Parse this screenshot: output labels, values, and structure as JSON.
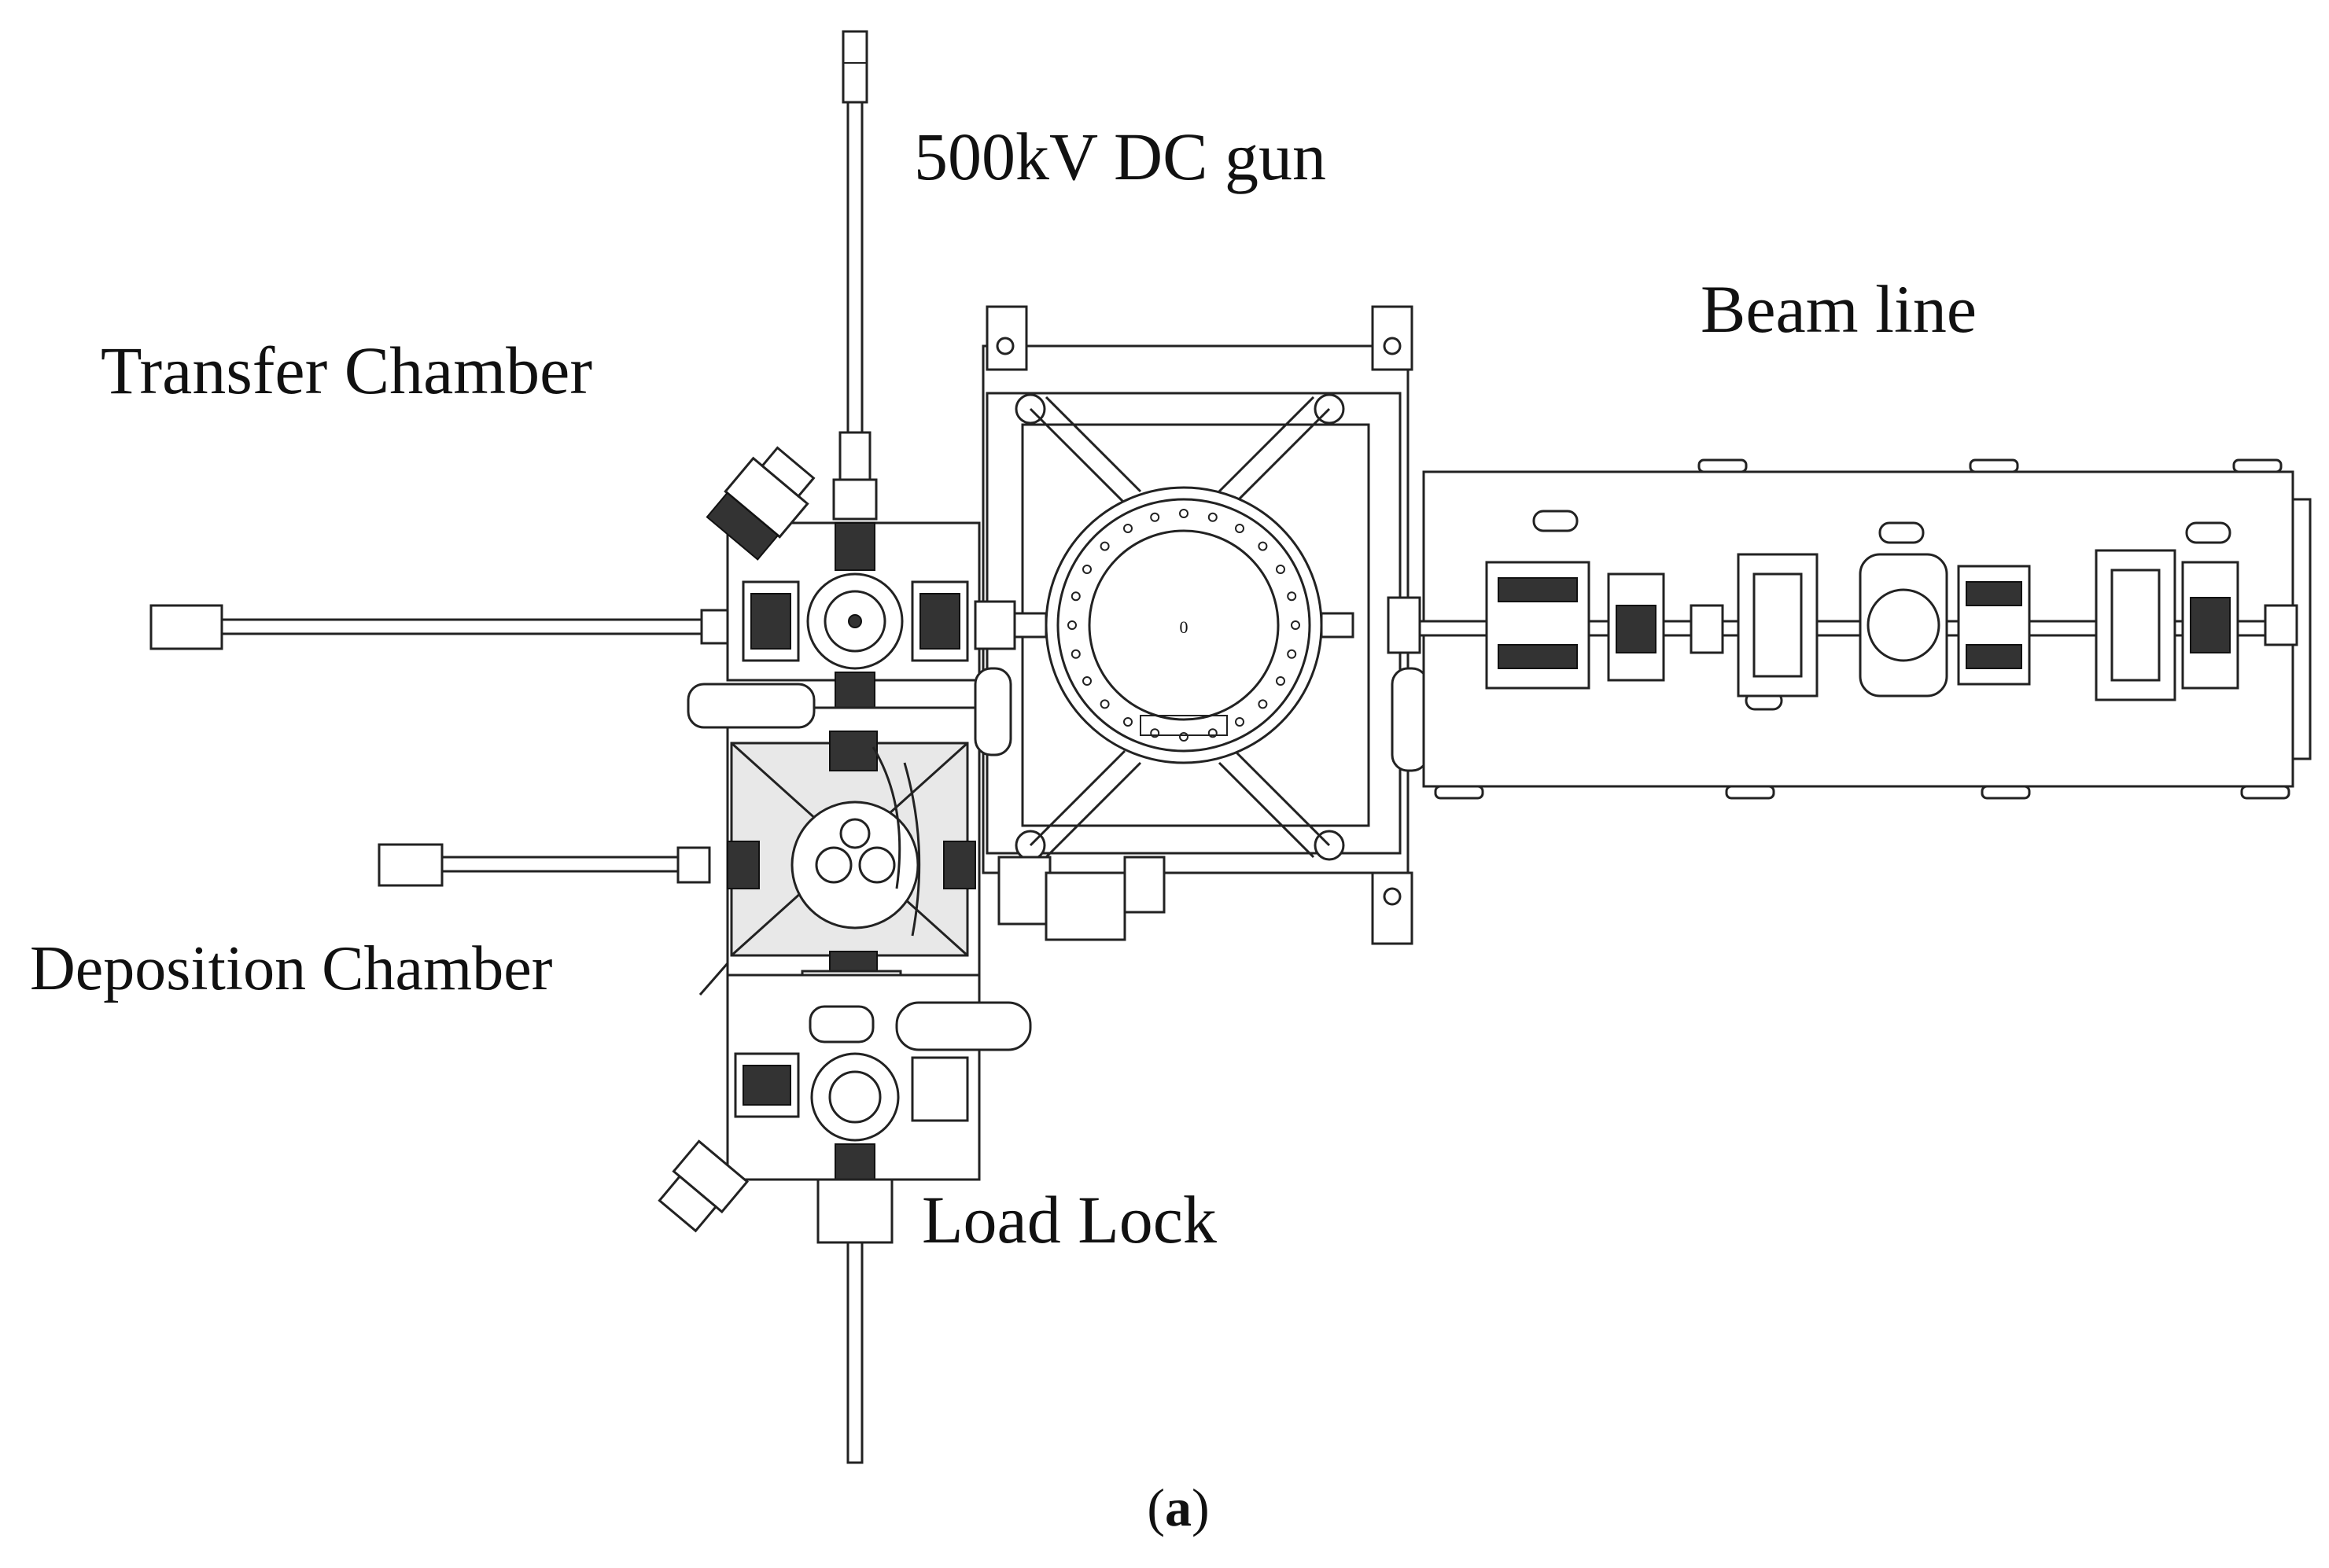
{
  "figure": {
    "labels": {
      "gun": "500kV DC gun",
      "beam_line": "Beam line",
      "transfer_chamber": "Transfer Chamber",
      "deposition_chamber": "Deposition Chamber",
      "load_lock": "Load Lock"
    },
    "caption_open": "(",
    "caption_letter": "a",
    "caption_close": ")",
    "center_mark": "0"
  },
  "colors": {
    "line": "#222222",
    "background": "#ffffff"
  }
}
